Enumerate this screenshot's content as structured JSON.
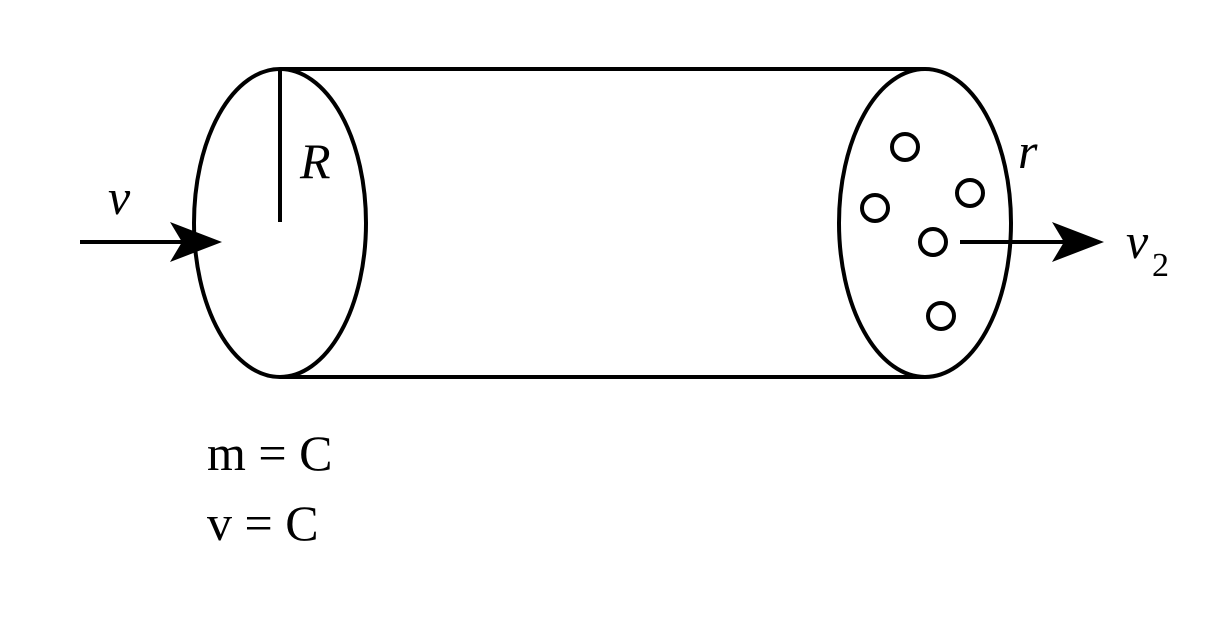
{
  "labels": {
    "radius_inlet": "R",
    "velocity_inlet": "v",
    "radius_outlet": "r",
    "velocity_outlet": "v",
    "velocity_outlet_subscript": "2",
    "equation_mass": "m = C",
    "equation_velocity": "v = C"
  },
  "outlet_hole_count": 5,
  "colors": {
    "stroke": "#000000",
    "background": "#ffffff"
  }
}
